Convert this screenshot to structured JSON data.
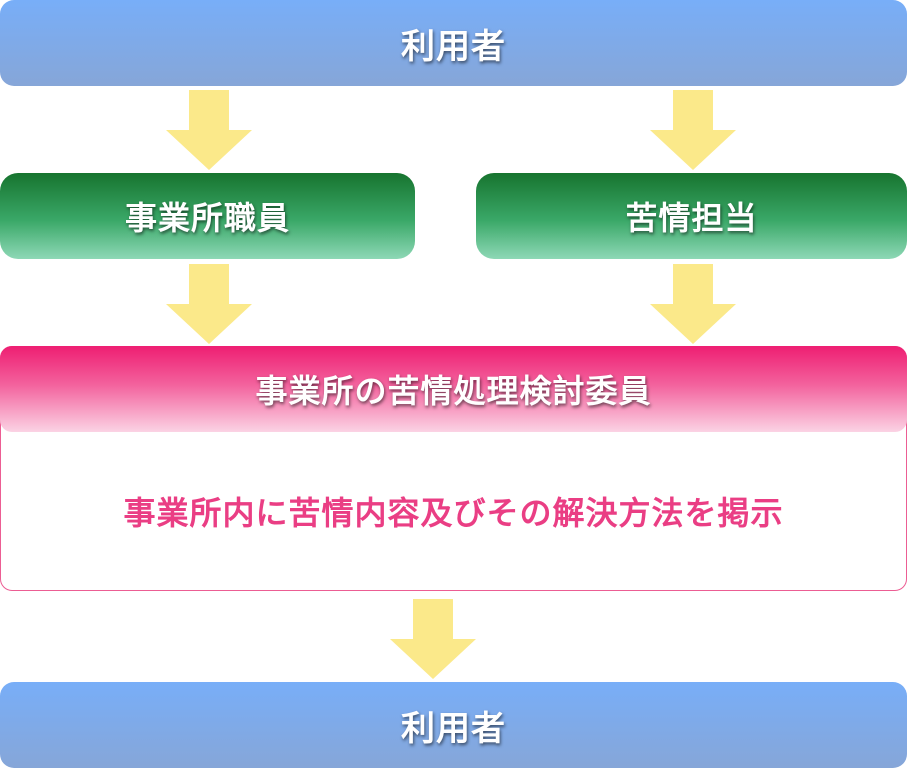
{
  "nodes": {
    "user_top": "利用者",
    "staff": "事業所職員",
    "complaint_officer": "苦情担当",
    "committee_title": "事業所の苦情処理検討委員",
    "committee_body": "事業所内に苦情内容及びその解決方法を掲示",
    "user_bottom": "利用者"
  },
  "colors": {
    "user_box": "#7fa9e8",
    "green_box": "#2e9a5a",
    "committee_header": "#ef2d7e",
    "committee_text": "#ea3e84",
    "arrow": "#fbe98a"
  },
  "icons": {
    "flow_arrow": "arrow-down-icon"
  }
}
